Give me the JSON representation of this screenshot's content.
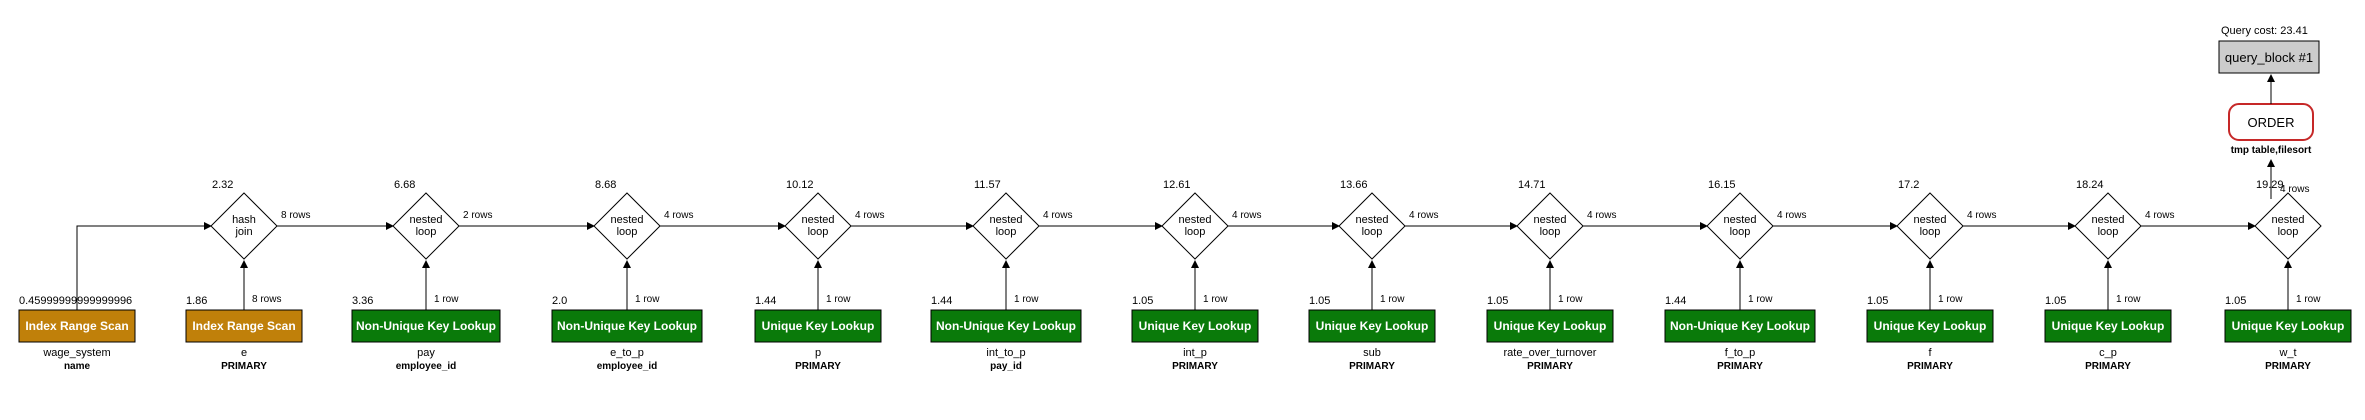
{
  "query_cost": "Query cost: 23.41",
  "query_block": "query_block #1",
  "order": {
    "label": "ORDER",
    "detail": "tmp table,filesort"
  },
  "final_rows": "4 rows",
  "joins": [
    {
      "cost": "2.32",
      "label": [
        "hash",
        "join"
      ],
      "out_rows": "8 rows",
      "in_rows": "8 rows"
    },
    {
      "cost": "6.68",
      "label": [
        "nested",
        "loop"
      ],
      "out_rows": "2 rows",
      "in_rows": "1 row"
    },
    {
      "cost": "8.68",
      "label": [
        "nested",
        "loop"
      ],
      "out_rows": "4 rows",
      "in_rows": "1 row"
    },
    {
      "cost": "10.12",
      "label": [
        "nested",
        "loop"
      ],
      "out_rows": "4 rows",
      "in_rows": "1 row"
    },
    {
      "cost": "11.57",
      "label": [
        "nested",
        "loop"
      ],
      "out_rows": "4 rows",
      "in_rows": "1 row"
    },
    {
      "cost": "12.61",
      "label": [
        "nested",
        "loop"
      ],
      "out_rows": "4 rows",
      "in_rows": "1 row"
    },
    {
      "cost": "13.66",
      "label": [
        "nested",
        "loop"
      ],
      "out_rows": "4 rows",
      "in_rows": "1 row"
    },
    {
      "cost": "14.71",
      "label": [
        "nested",
        "loop"
      ],
      "out_rows": "4 rows",
      "in_rows": "1 row"
    },
    {
      "cost": "16.15",
      "label": [
        "nested",
        "loop"
      ],
      "out_rows": "4 rows",
      "in_rows": "1 row"
    },
    {
      "cost": "17.2",
      "label": [
        "nested",
        "loop"
      ],
      "out_rows": "4 rows",
      "in_rows": "1 row"
    },
    {
      "cost": "18.24",
      "label": [
        "nested",
        "loop"
      ],
      "out_rows": "4 rows",
      "in_rows": "1 row"
    },
    {
      "cost": "19.29",
      "label": [
        "nested",
        "loop"
      ],
      "out_rows": "4 rows",
      "in_rows": "1 row"
    }
  ],
  "tables": [
    {
      "cost": "0.45999999999999996",
      "access": "Index Range Scan",
      "kind": "range",
      "table": "wage_system",
      "key": "name"
    },
    {
      "cost": "1.86",
      "access": "Index Range Scan",
      "kind": "range",
      "table": "e",
      "key": "PRIMARY"
    },
    {
      "cost": "3.36",
      "access": "Non-Unique Key Lookup",
      "kind": "lookup",
      "table": "pay",
      "key": "employee_id"
    },
    {
      "cost": "2.0",
      "access": "Non-Unique Key Lookup",
      "kind": "lookup",
      "table": "e_to_p",
      "key": "employee_id"
    },
    {
      "cost": "1.44",
      "access": "Unique Key Lookup",
      "kind": "lookup",
      "table": "p",
      "key": "PRIMARY"
    },
    {
      "cost": "1.44",
      "access": "Non-Unique Key Lookup",
      "kind": "lookup",
      "table": "int_to_p",
      "key": "pay_id"
    },
    {
      "cost": "1.05",
      "access": "Unique Key Lookup",
      "kind": "lookup",
      "table": "int_p",
      "key": "PRIMARY"
    },
    {
      "cost": "1.05",
      "access": "Unique Key Lookup",
      "kind": "lookup",
      "table": "sub",
      "key": "PRIMARY"
    },
    {
      "cost": "1.05",
      "access": "Unique Key Lookup",
      "kind": "lookup",
      "table": "rate_over_turnover",
      "key": "PRIMARY"
    },
    {
      "cost": "1.44",
      "access": "Non-Unique Key Lookup",
      "kind": "lookup",
      "table": "f_to_p",
      "key": "PRIMARY"
    },
    {
      "cost": "1.05",
      "access": "Unique Key Lookup",
      "kind": "lookup",
      "table": "f",
      "key": "PRIMARY"
    },
    {
      "cost": "1.05",
      "access": "Unique Key Lookup",
      "kind": "lookup",
      "table": "c_p",
      "key": "PRIMARY"
    },
    {
      "cost": "1.05",
      "access": "Unique Key Lookup",
      "kind": "lookup",
      "table": "w_t",
      "key": "PRIMARY"
    }
  ],
  "colors": {
    "range_fill": "#c0800a",
    "lookup_fill": "#0a7a0a",
    "order_stroke": "#c62828",
    "query_block_fill": "#cccccc"
  }
}
